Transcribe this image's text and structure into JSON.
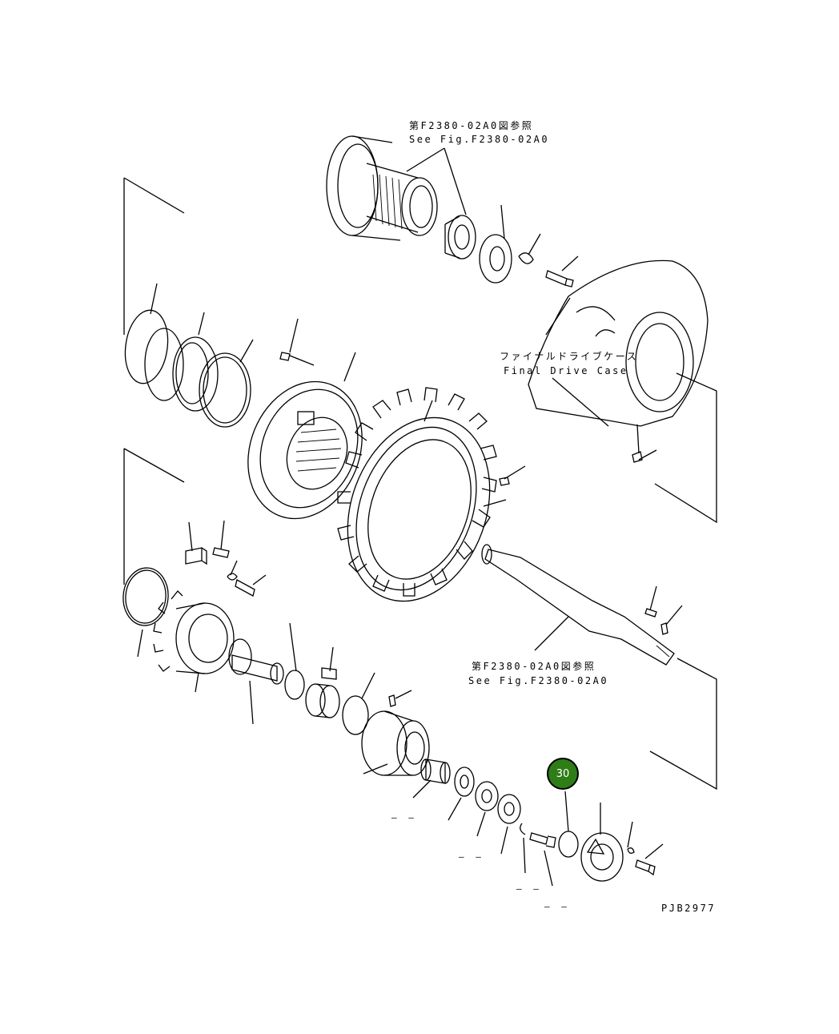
{
  "labels": {
    "ref_top_jp": "第F2380-02A0図参照",
    "ref_top_en": "See Fig.F2380-02A0",
    "case_jp": "ファイナルドライブケース",
    "case_en": "Final Drive Case",
    "ref_mid_jp": "第F2380-02A0図参照",
    "ref_mid_en": "See Fig.F2380-02A0",
    "drawing_number": "PJB2977",
    "dash": "– –"
  },
  "callout": {
    "number": "30",
    "color": "#2e7d17"
  }
}
